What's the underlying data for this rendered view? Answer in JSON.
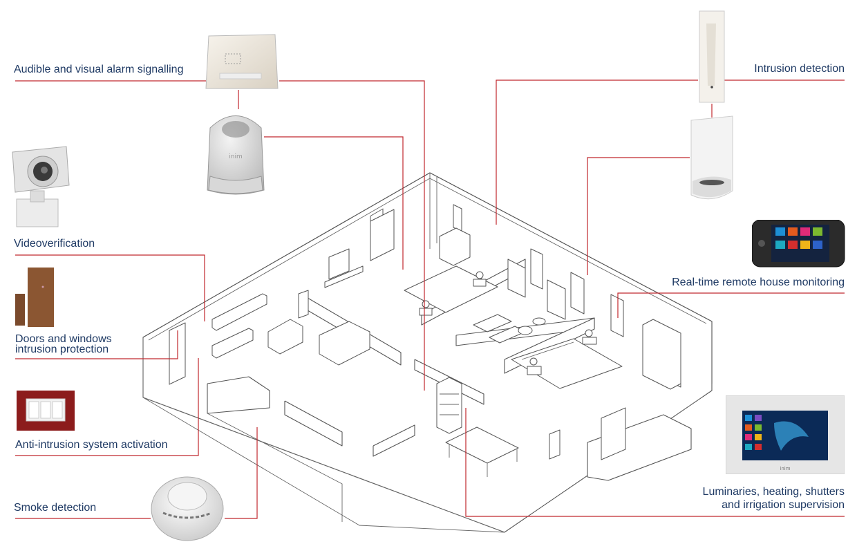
{
  "labels": {
    "alarm_signalling": "Audible and visual alarm signalling",
    "intrusion_detection": "Intrusion detection",
    "videoverification": "Videoverification",
    "remote_monitoring": "Real-time remote house monitoring",
    "doors_windows_line1": "Doors and windows",
    "doors_windows_line2": "intrusion protection",
    "anti_intrusion_activation": "Anti-intrusion system activation",
    "smoke_detection": "Smoke detection",
    "supervision_line1": "Luminaries, heating, shutters",
    "supervision_line2": "and irrigation supervision"
  },
  "brand": {
    "siren_logo": "inim",
    "touchscreen_logo": "inim"
  },
  "colors": {
    "leader_line": "#c0272d",
    "label_text": "#1f3a64",
    "floorplan_stroke": "#555555",
    "keypad_background": "#8c1c1c"
  },
  "icons": {
    "outdoor_siren": "siren-box-icon",
    "indoor_siren": "indoor-siren-icon",
    "camera": "cctv-camera-icon",
    "door_contact": "magnetic-contact-icon",
    "keypad": "keypad-icon",
    "smoke_detector": "smoke-detector-icon",
    "curtain_detector": "curtain-detector-icon",
    "pir_detector": "pir-detector-icon",
    "smartphone": "smartphone-icon",
    "touchscreen": "touchscreen-panel-icon",
    "floorplan": "isometric-house-floorplan"
  }
}
